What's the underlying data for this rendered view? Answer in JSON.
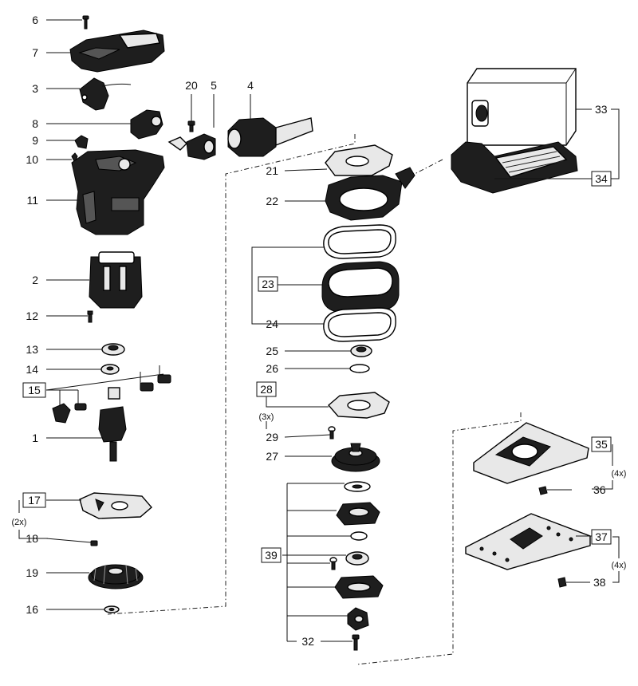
{
  "labels": {
    "l6": "6",
    "l7": "7",
    "l3": "3",
    "l8": "8",
    "l9": "9",
    "l10": "10",
    "l11": "11",
    "l20": "20",
    "l5": "5",
    "l4": "4",
    "l2": "2",
    "l12": "12",
    "l13": "13",
    "l14": "14",
    "l15": "15",
    "l1": "1",
    "l17": "17",
    "q2x": "(2x)",
    "l18": "18",
    "l19": "19",
    "l16": "16",
    "l21": "21",
    "l22": "22",
    "l23": "23",
    "l24": "24",
    "l25": "25",
    "l26": "26",
    "l28": "28",
    "q3x": "(3x)",
    "l29": "29",
    "l27": "27",
    "l39": "39",
    "l32": "32",
    "l33": "33",
    "l34": "34",
    "l35": "35",
    "q4xa": "(4x)",
    "l36": "36",
    "l37": "37",
    "q4xb": "(4x)",
    "l38": "38"
  },
  "colors": {
    "ink": "#111111",
    "part_dark": "#1e1e1e",
    "part_light": "#e8e8e8"
  }
}
